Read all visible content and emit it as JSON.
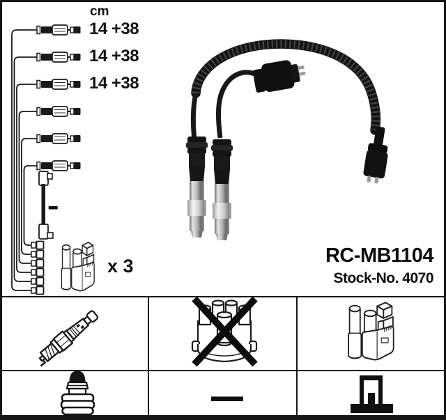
{
  "unit_header": {
    "label": "cm"
  },
  "cables": {
    "lengths": [
      {
        "label": "14 +38"
      },
      {
        "label": "14 +38"
      },
      {
        "label": "14 +38"
      }
    ],
    "coil_wire_length_label": "–",
    "coil_quantity": "x 3"
  },
  "part": {
    "part_number": "RC-MB1104",
    "stock_number_label": "Stock-No. 4070"
  },
  "legend": {
    "not_applicable_label": "—",
    "rows": [
      {
        "cells": [
          "spark-plug",
          "distributor-cap-crossed-out",
          "ignition-coil"
        ]
      },
      {
        "cells": [
          "plug-connector",
          "dash",
          "mounting-bracket"
        ]
      }
    ]
  },
  "colors": {
    "line": "#1a1a1a",
    "background": "#ffffff",
    "metal": "#c4c4c4"
  }
}
